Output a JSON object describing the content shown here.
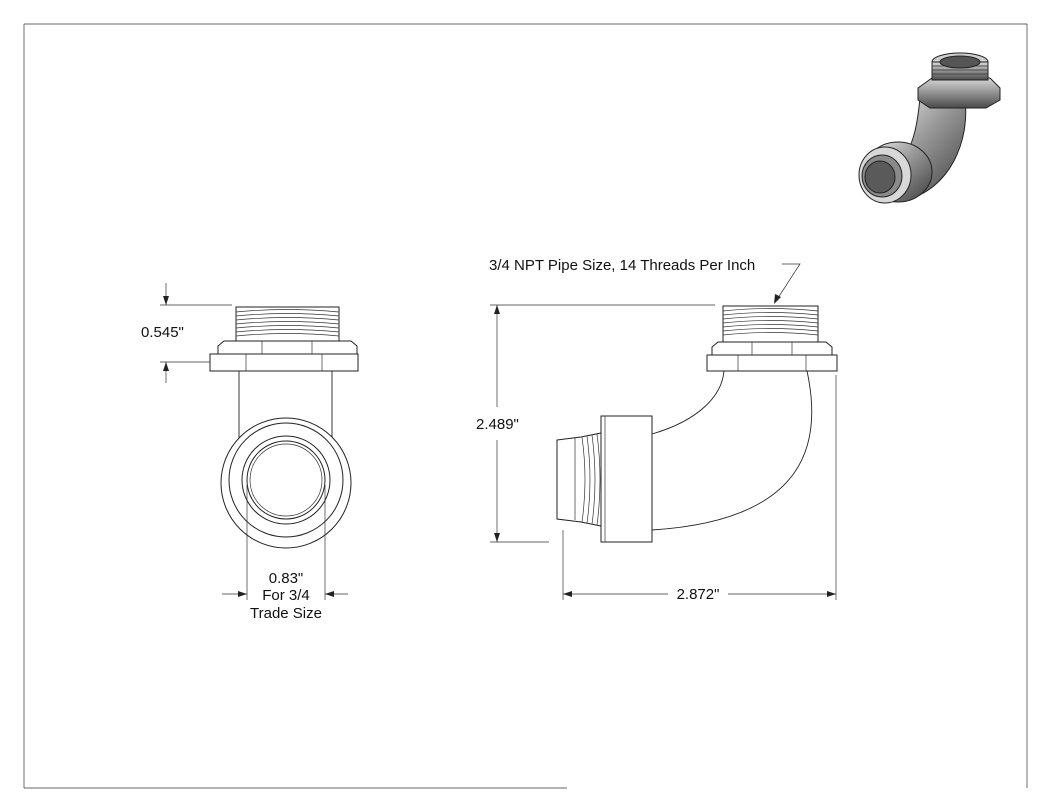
{
  "drawing": {
    "callouts": {
      "thread_note": "3/4 NPT Pipe Size, 14 Threads Per Inch"
    },
    "dimensions": {
      "thread_length": "0.545\"",
      "inner_diameter": "0.83\"",
      "inner_diameter_note_1": "For 3/4",
      "inner_diameter_note_2": "Trade Size",
      "height": "2.489\"",
      "width": "2.872\""
    }
  }
}
